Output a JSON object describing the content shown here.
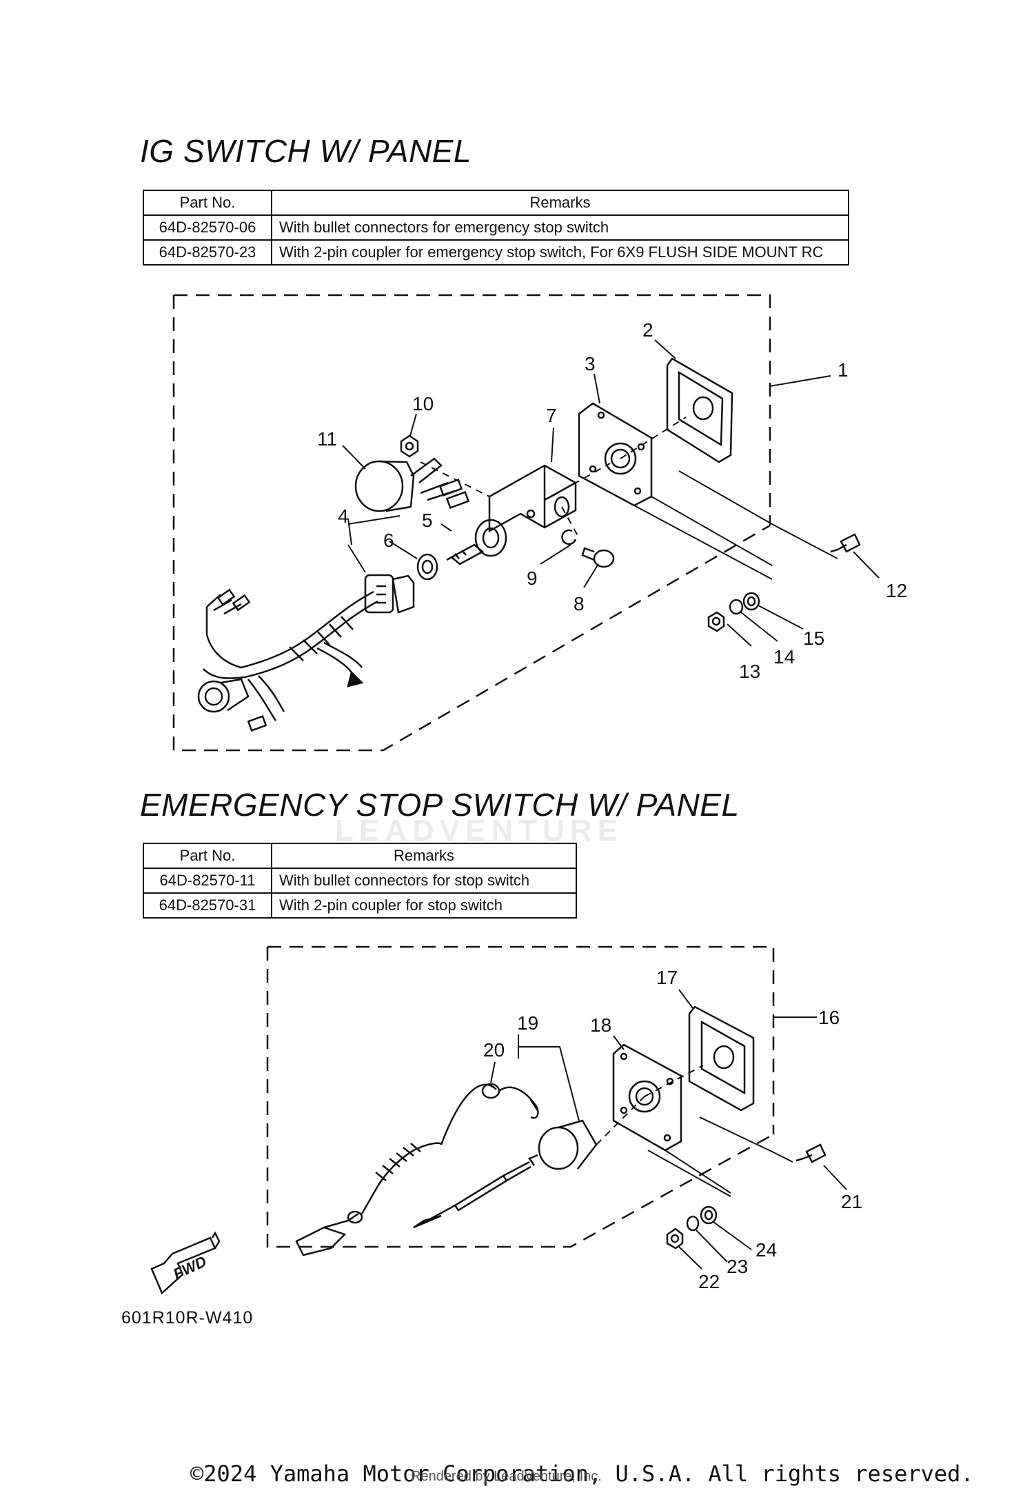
{
  "sections": [
    {
      "title": "IG SWITCH W/ PANEL",
      "table": {
        "headers": [
          "Part No.",
          "Remarks"
        ],
        "rows": [
          [
            "64D-82570-06",
            "With bullet connectors for emergency stop switch"
          ],
          [
            "64D-82570-23",
            "With 2-pin coupler for emergency stop switch, For 6X9 FLUSH SIDE MOUNT RC"
          ]
        ]
      }
    },
    {
      "title": "EMERGENCY STOP SWITCH W/ PANEL",
      "table": {
        "headers": [
          "Part No.",
          "Remarks"
        ],
        "rows": [
          [
            "64D-82570-11",
            "With bullet connectors for stop switch"
          ],
          [
            "64D-82570-31",
            "With 2-pin coupler for stop switch"
          ]
        ]
      }
    }
  ],
  "callouts": [
    "1",
    "2",
    "3",
    "4",
    "5",
    "6",
    "7",
    "8",
    "9",
    "10",
    "11",
    "12",
    "13",
    "14",
    "15",
    "16",
    "17",
    "18",
    "19",
    "20",
    "21",
    "22",
    "23",
    "24"
  ],
  "fwd_label": "FWD",
  "diagram_code": "601R10R-W410",
  "watermark": "LEADVENTURE",
  "copyright": "©2024 Yamaha Motor Corporation, U.S.A. All rights reserved.",
  "rendered_by": "Rendered by LeadVenture, Inc."
}
